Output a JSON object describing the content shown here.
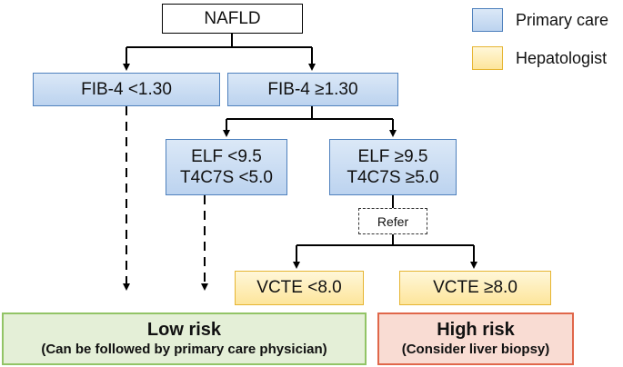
{
  "root": {
    "label": "NAFLD"
  },
  "fib4_low": {
    "label": "FIB-4 <1.30"
  },
  "fib4_high": {
    "label": "FIB-4 ≥1.30"
  },
  "elf_low": {
    "line1": "ELF <9.5",
    "line2": "T4C7S <5.0"
  },
  "elf_high": {
    "line1": "ELF ≥9.5",
    "line2": "T4C7S ≥5.0"
  },
  "refer": {
    "label": "Refer"
  },
  "vcte_low": {
    "label": "VCTE <8.0"
  },
  "vcte_high": {
    "label": "VCTE ≥8.0"
  },
  "low_risk": {
    "title": "Low risk",
    "subtitle": "(Can be followed by primary care physician)"
  },
  "high_risk": {
    "title": "High risk",
    "subtitle": "(Consider liver biopsy)"
  },
  "legend": {
    "primary_care": {
      "label": "Primary care",
      "color": "#bcd3ef"
    },
    "hepatologist": {
      "label": "Hepatologist",
      "color": "#fde59b"
    }
  }
}
